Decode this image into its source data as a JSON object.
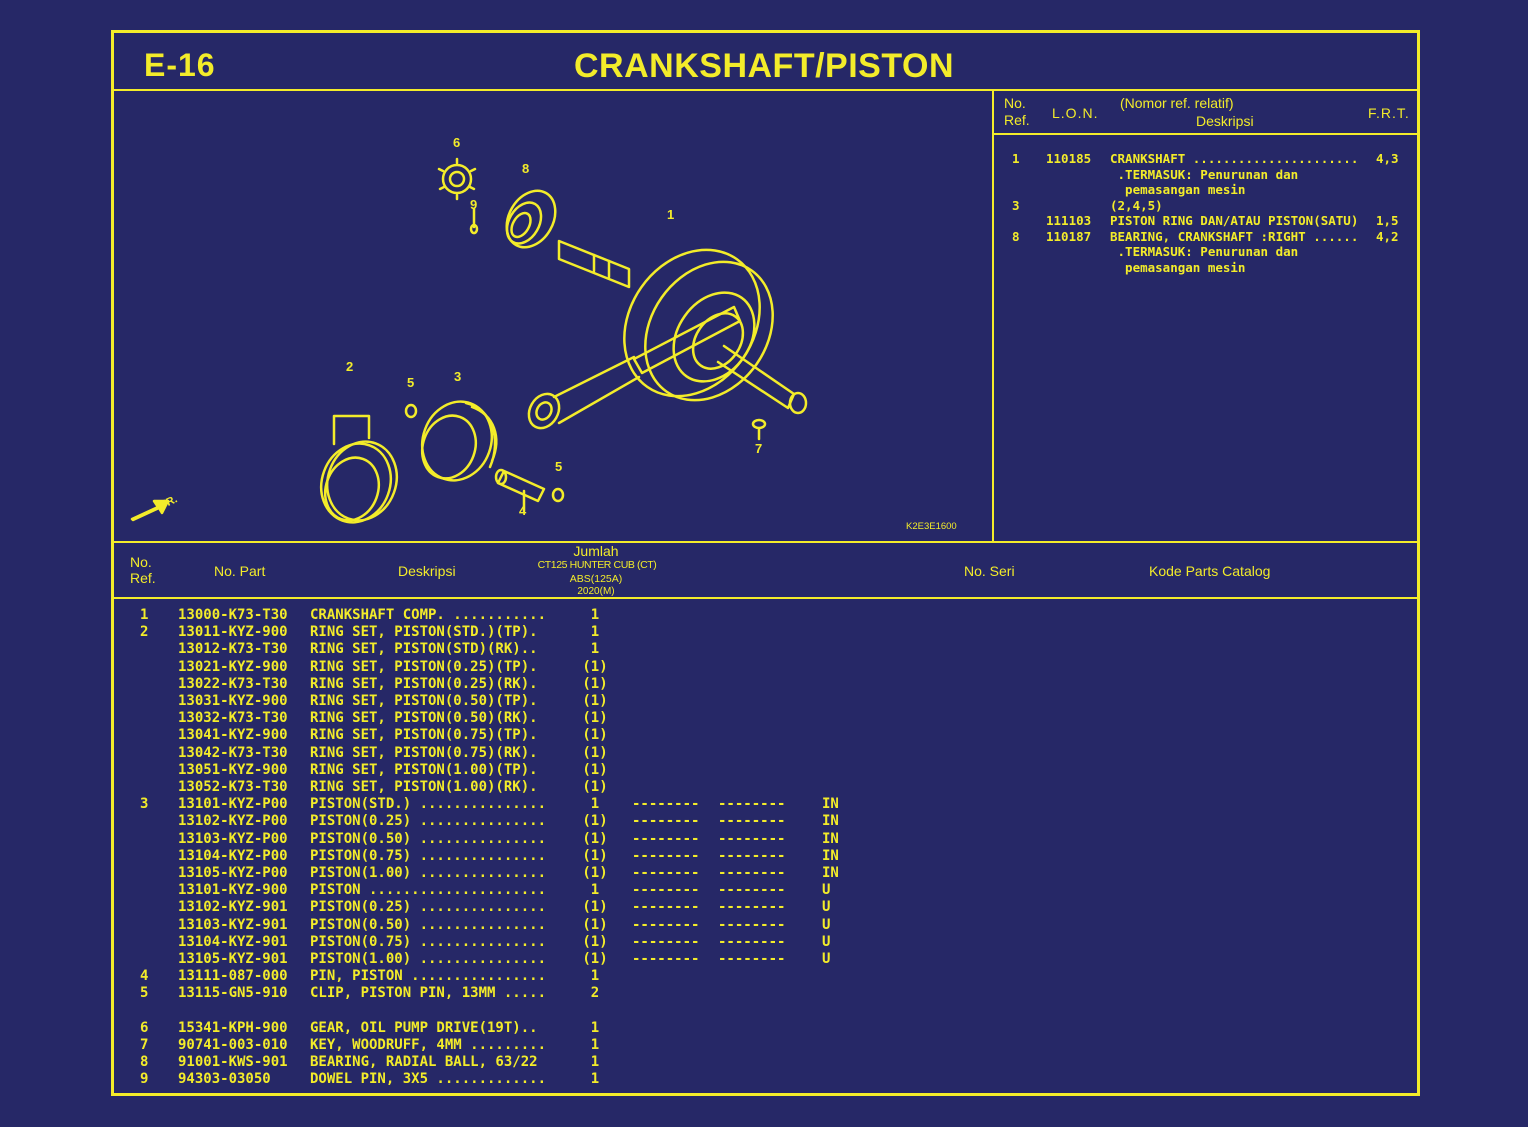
{
  "header": {
    "code": "E-16",
    "title": "CRANKSHAFT/PISTON"
  },
  "diagram": {
    "image_code": "K2E3E1600",
    "front_label": "FR.",
    "callouts": [
      "1",
      "2",
      "3",
      "4",
      "5",
      "5",
      "6",
      "7",
      "8",
      "9"
    ]
  },
  "ref_table": {
    "col_no_ref": "No.\nRef.",
    "col_lon": "L.O.N.",
    "col_desc_top": "(Nomor ref. relatif)",
    "col_desc": "Deskripsi",
    "col_frt": "F.R.T.",
    "rows": [
      {
        "ref": "1",
        "lon": "110185",
        "desc": "CRANKSHAFT ......................",
        "frt": "4,3"
      },
      {
        "ref": "",
        "lon": "",
        "desc": " .TERMASUK: Penurunan dan",
        "frt": ""
      },
      {
        "ref": "",
        "lon": "",
        "desc": "  pemasangan mesin",
        "frt": ""
      },
      {
        "ref": "3",
        "lon": "",
        "desc": "(2,4,5)",
        "frt": ""
      },
      {
        "ref": "",
        "lon": "111103",
        "desc": "PISTON RING DAN/ATAU PISTON(SATU)",
        "frt": "1,5"
      },
      {
        "ref": "8",
        "lon": "110187",
        "desc": "BEARING, CRANKSHAFT :RIGHT ......",
        "frt": "4,2"
      },
      {
        "ref": "",
        "lon": "",
        "desc": " .TERMASUK: Penurunan dan",
        "frt": ""
      },
      {
        "ref": "",
        "lon": "",
        "desc": "  pemasangan mesin",
        "frt": ""
      }
    ]
  },
  "parts_table": {
    "col_no_ref": "No.\nRef.",
    "col_no_part": "No. Part",
    "col_desc": "Deskripsi",
    "col_qty_title": "Jumlah",
    "col_qty_model": "CT125 HUNTER CUB (CT)",
    "col_qty_variant": "ABS(125A)",
    "col_qty_year": "2020(M)",
    "col_serial": "No. Seri",
    "col_catalog": "Kode Parts Catalog",
    "rows": [
      {
        "ref": "1",
        "part": "13000-K73-T30",
        "desc": "CRANKSHAFT COMP. ...........",
        "qty": "1",
        "s1": "",
        "s2": "",
        "code": ""
      },
      {
        "ref": "2",
        "part": "13011-KYZ-900",
        "desc": "RING SET, PISTON(STD.)(TP).",
        "qty": "1",
        "s1": "",
        "s2": "",
        "code": ""
      },
      {
        "ref": "",
        "part": "13012-K73-T30",
        "desc": "RING SET, PISTON(STD)(RK)..",
        "qty": "1",
        "s1": "",
        "s2": "",
        "code": ""
      },
      {
        "ref": "",
        "part": "13021-KYZ-900",
        "desc": "RING SET, PISTON(0.25)(TP).",
        "qty": "(1)",
        "s1": "",
        "s2": "",
        "code": ""
      },
      {
        "ref": "",
        "part": "13022-K73-T30",
        "desc": "RING SET, PISTON(0.25)(RK).",
        "qty": "(1)",
        "s1": "",
        "s2": "",
        "code": ""
      },
      {
        "ref": "",
        "part": "13031-KYZ-900",
        "desc": "RING SET, PISTON(0.50)(TP).",
        "qty": "(1)",
        "s1": "",
        "s2": "",
        "code": ""
      },
      {
        "ref": "",
        "part": "13032-K73-T30",
        "desc": "RING SET, PISTON(0.50)(RK).",
        "qty": "(1)",
        "s1": "",
        "s2": "",
        "code": ""
      },
      {
        "ref": "",
        "part": "13041-KYZ-900",
        "desc": "RING SET, PISTON(0.75)(TP).",
        "qty": "(1)",
        "s1": "",
        "s2": "",
        "code": ""
      },
      {
        "ref": "",
        "part": "13042-K73-T30",
        "desc": "RING SET, PISTON(0.75)(RK).",
        "qty": "(1)",
        "s1": "",
        "s2": "",
        "code": ""
      },
      {
        "ref": "",
        "part": "13051-KYZ-900",
        "desc": "RING SET, PISTON(1.00)(TP).",
        "qty": "(1)",
        "s1": "",
        "s2": "",
        "code": ""
      },
      {
        "ref": "",
        "part": "13052-K73-T30",
        "desc": "RING SET, PISTON(1.00)(RK).",
        "qty": "(1)",
        "s1": "",
        "s2": "",
        "code": ""
      },
      {
        "ref": "3",
        "part": "13101-KYZ-P00",
        "desc": "PISTON(STD.) ...............",
        "qty": "1",
        "s1": "--------",
        "s2": "--------",
        "code": "IN"
      },
      {
        "ref": "",
        "part": "13102-KYZ-P00",
        "desc": "PISTON(0.25) ...............",
        "qty": "(1)",
        "s1": "--------",
        "s2": "--------",
        "code": "IN"
      },
      {
        "ref": "",
        "part": "13103-KYZ-P00",
        "desc": "PISTON(0.50) ...............",
        "qty": "(1)",
        "s1": "--------",
        "s2": "--------",
        "code": "IN"
      },
      {
        "ref": "",
        "part": "13104-KYZ-P00",
        "desc": "PISTON(0.75) ...............",
        "qty": "(1)",
        "s1": "--------",
        "s2": "--------",
        "code": "IN"
      },
      {
        "ref": "",
        "part": "13105-KYZ-P00",
        "desc": "PISTON(1.00) ...............",
        "qty": "(1)",
        "s1": "--------",
        "s2": "--------",
        "code": "IN"
      },
      {
        "ref": "",
        "part": "13101-KYZ-900",
        "desc": "PISTON .....................",
        "qty": "1",
        "s1": "--------",
        "s2": "--------",
        "code": "U"
      },
      {
        "ref": "",
        "part": "13102-KYZ-901",
        "desc": "PISTON(0.25) ...............",
        "qty": "(1)",
        "s1": "--------",
        "s2": "--------",
        "code": "U"
      },
      {
        "ref": "",
        "part": "13103-KYZ-901",
        "desc": "PISTON(0.50) ...............",
        "qty": "(1)",
        "s1": "--------",
        "s2": "--------",
        "code": "U"
      },
      {
        "ref": "",
        "part": "13104-KYZ-901",
        "desc": "PISTON(0.75) ...............",
        "qty": "(1)",
        "s1": "--------",
        "s2": "--------",
        "code": "U"
      },
      {
        "ref": "",
        "part": "13105-KYZ-901",
        "desc": "PISTON(1.00) ...............",
        "qty": "(1)",
        "s1": "--------",
        "s2": "--------",
        "code": "U"
      },
      {
        "ref": "4",
        "part": "13111-087-000",
        "desc": "PIN, PISTON ................",
        "qty": "1",
        "s1": "",
        "s2": "",
        "code": ""
      },
      {
        "ref": "5",
        "part": "13115-GN5-910",
        "desc": "CLIP, PISTON PIN, 13MM .....",
        "qty": "2",
        "s1": "",
        "s2": "",
        "code": ""
      },
      {
        "ref": "6",
        "part": "15341-KPH-900",
        "desc": "GEAR, OIL PUMP DRIVE(19T)..",
        "qty": "1",
        "s1": "",
        "s2": "",
        "code": ""
      },
      {
        "ref": "7",
        "part": "90741-003-010",
        "desc": "KEY, WOODRUFF, 4MM .........",
        "qty": "1",
        "s1": "",
        "s2": "",
        "code": ""
      },
      {
        "ref": "8",
        "part": "91001-KWS-901",
        "desc": "BEARING, RADIAL BALL, 63/22",
        "qty": "1",
        "s1": "",
        "s2": "",
        "code": ""
      },
      {
        "ref": "9",
        "part": "94303-03050",
        "desc": "DOWEL PIN, 3X5 .............",
        "qty": "1",
        "s1": "",
        "s2": "",
        "code": ""
      }
    ]
  }
}
